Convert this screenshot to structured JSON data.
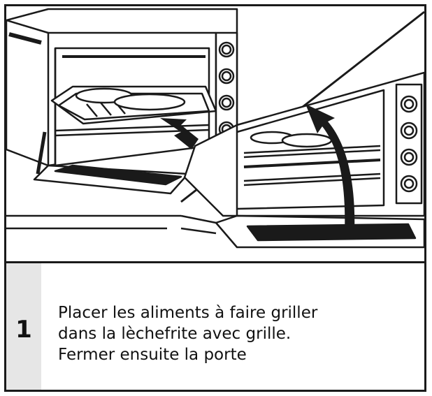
{
  "step": {
    "number": "1",
    "lines": [
      "Placer les aliments à faire griller",
      "dans la lèchefrite avec grille.",
      "Fermer ensuite la porte"
    ]
  },
  "illustration": {
    "left_panel": "oven-door-open-insert-tray",
    "right_panel": "oven-door-closing",
    "arrow_icons": [
      "arrow-push-icon",
      "arrow-close-door-icon"
    ]
  },
  "colors": {
    "line": "#1a1a1a",
    "fill_dark": "#1a1a1a",
    "caption_bg": "#e6e6e6"
  }
}
